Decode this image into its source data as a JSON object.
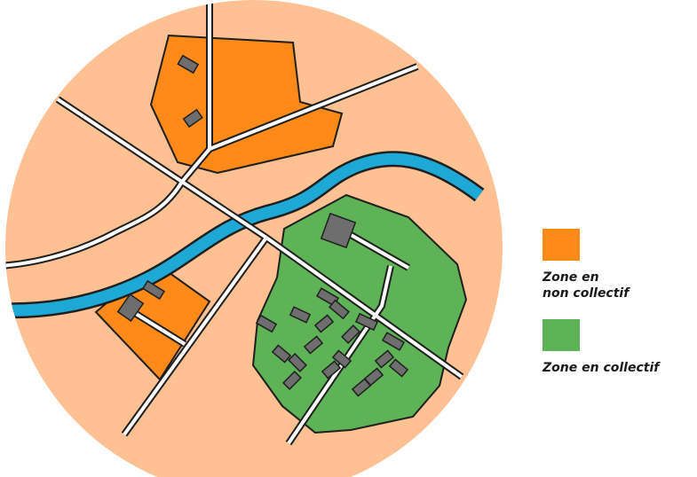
{
  "colors": {
    "background": "#ffffff",
    "territory": "#ffc093",
    "zone_non_collectif": "#ff8a1a",
    "zone_collectif": "#5db356",
    "river": "#1ea8d6",
    "road": "#ffffff",
    "building": "#6e6e6e",
    "outline": "#1f1f1f"
  },
  "legend": {
    "non_collectif": {
      "swatch_icon": "orange-square-swatch",
      "line1": "Zone en",
      "line2": "non collectif"
    },
    "collectif": {
      "swatch_icon": "green-square-swatch",
      "label": "Zone en collectif"
    }
  }
}
